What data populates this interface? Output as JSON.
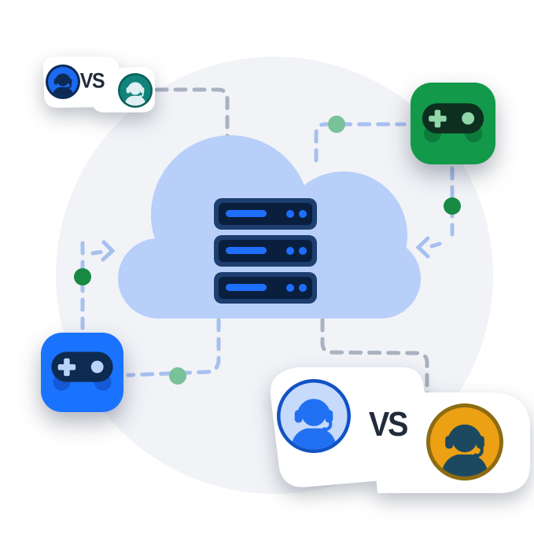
{
  "badges": {
    "top_left": {
      "vs_label": "VS",
      "left_player": "blue-player-avatar",
      "right_player": "teal-player-avatar"
    },
    "bottom_right": {
      "vs_label": "VS",
      "left_player": "blue-player-avatar",
      "right_player": "orange-player-avatar"
    }
  },
  "icons": [
    "cloud-icon",
    "server-rack-icon",
    "gamepad-icon-green",
    "gamepad-icon-blue",
    "player-avatar-blue-small",
    "player-avatar-teal",
    "player-avatar-blue-large",
    "player-avatar-orange",
    "arrow-into-cloud-left",
    "arrow-into-cloud-right"
  ],
  "colors": {
    "background_circle": "#f1f3f7",
    "cloud": "#b7cff9",
    "dashed_line_blue": "#a6c0ef",
    "dashed_line_gray": "#a9b2c1",
    "node_dot_dark_green": "#178a43",
    "node_dot_light_green": "#79c198",
    "tile_green": "#12994a",
    "tile_blue": "#1a73ff",
    "server_frame": "#1d3e6f",
    "server_panel": "#091f3d",
    "server_lights": "#1e6efe",
    "vs_text": "#222b3a",
    "avatar_blue": "#2170f2",
    "avatar_teal": "#12837a",
    "avatar_orange": "#eca013"
  }
}
